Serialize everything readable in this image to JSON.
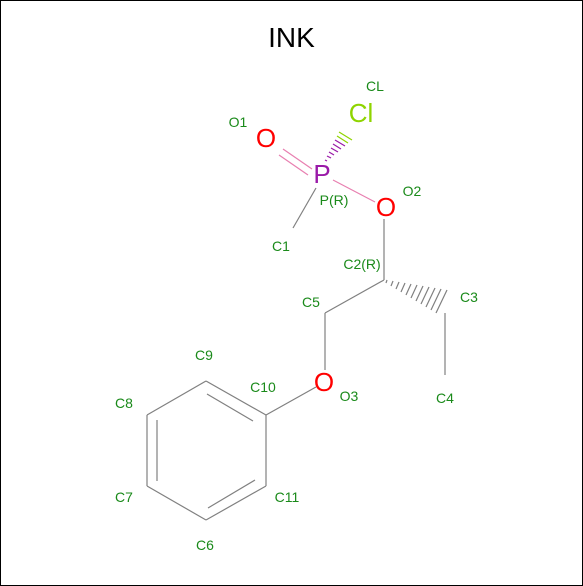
{
  "title": "INK",
  "colors": {
    "bond": "#808080",
    "oxygen": "#ff0000",
    "phosphorus": "#9a1aa8",
    "chlorine": "#8fd400",
    "label": "#1a8a1a"
  },
  "element_symbols": {
    "o1": "O",
    "o2": "O",
    "o3": "O",
    "p": "P",
    "cl": "Cl"
  },
  "atom_labels": {
    "cl": "CL",
    "o1": "O1",
    "o2": "O2",
    "p": "P(R)",
    "c1": "C1",
    "c2": "C2(R)",
    "c3": "C3",
    "c4": "C4",
    "c5": "C5",
    "o3": "O3",
    "c6": "C6",
    "c7": "C7",
    "c8": "C8",
    "c9": "C9",
    "c10": "C10",
    "c11": "C11"
  }
}
